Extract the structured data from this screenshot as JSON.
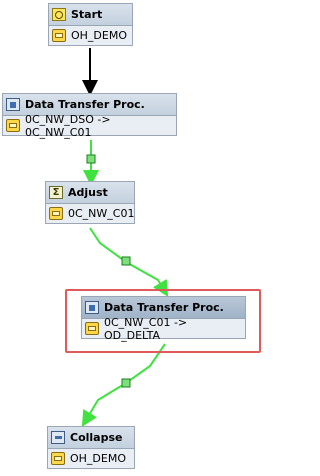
{
  "nodes": {
    "start": {
      "title": "Start",
      "variant": "OH_DEMO"
    },
    "dtp1": {
      "title": "Data Transfer Proc.",
      "variant": "0C_NW_DSO -> 0C_NW_C01"
    },
    "adjust": {
      "title": "Adjust",
      "variant": "0C_NW_C01"
    },
    "dtp2": {
      "title": "Data Transfer Proc.",
      "variant": "0C_NW_C01 -> OD_DELTA"
    },
    "collapse": {
      "title": "Collapse",
      "variant": "OH_DEMO"
    }
  },
  "colors": {
    "connector_black": "#000000",
    "connector_green": "#3fe23f",
    "highlight": "#e05a5a"
  },
  "icons": {
    "start": "start-icon",
    "variant": "variant-icon",
    "dtp": "data-transfer-icon",
    "adjust": "sigma-icon",
    "collapse": "collapse-icon"
  }
}
